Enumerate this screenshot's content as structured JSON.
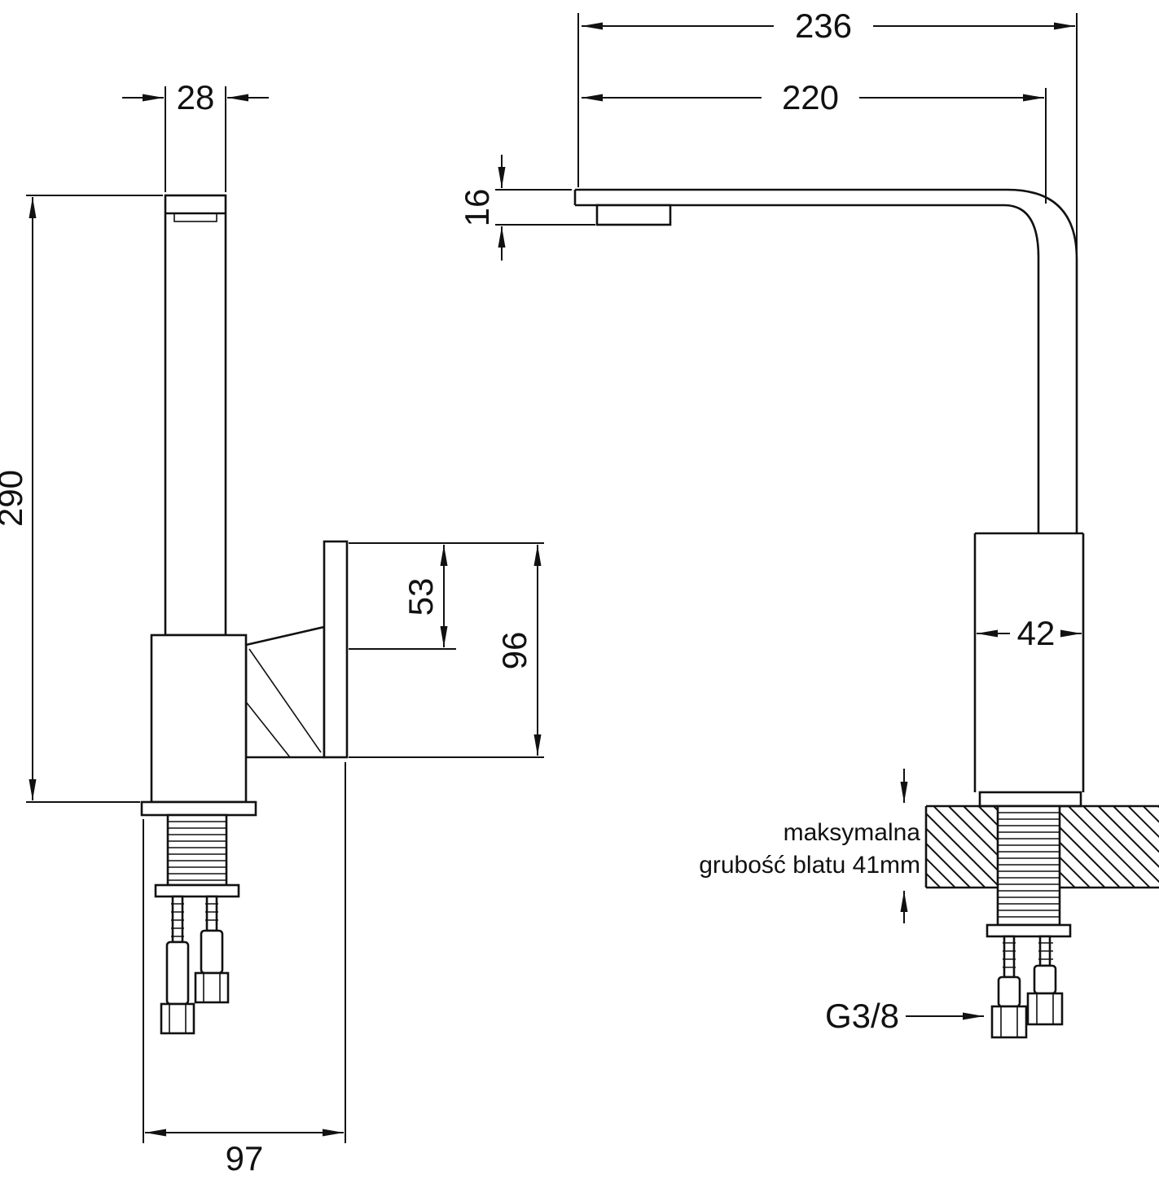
{
  "colors": {
    "line": "#111111",
    "background": "#ffffff"
  },
  "side": {
    "spout_width": "28",
    "height": "290",
    "handle_offset": "53",
    "handle_height": "96",
    "base_depth": "97"
  },
  "front": {
    "total_reach": "236",
    "spout_reach": "220",
    "spout_thickness": "16",
    "body_width": "42",
    "thread": "G3/8",
    "note_line1": "maksymalna",
    "note_line2": "grubość blatu 41mm"
  }
}
